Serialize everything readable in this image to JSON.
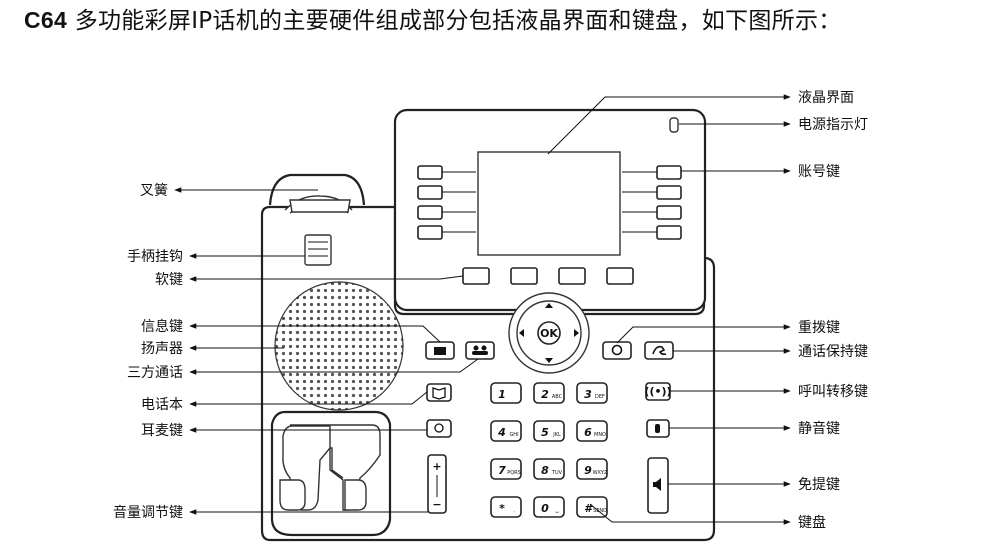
{
  "heading": {
    "lead": "C64",
    "rest": " 多功能彩屏IP话机的主要硬件组成部分包括液晶界面和键盘，如下图所示："
  },
  "labels": {
    "lcd": "液晶界面",
    "power_led": "电源指示灯",
    "account_key": "账号键",
    "hook_switch": "叉簧",
    "handset_hook": "手柄挂钩",
    "soft_key": "软键",
    "message_key": "信息键",
    "speaker": "扬声器",
    "conference": "三方通话",
    "phonebook": "电话本",
    "headset_key": "耳麦键",
    "volume_key": "音量调节键",
    "redial_key": "重拨键",
    "hold_key": "通话保持键",
    "transfer_key": "呼叫转移键",
    "mute_key": "静音键",
    "handsfree_key": "免提键",
    "keypad": "键盘"
  },
  "keypad": {
    "keys": [
      {
        "main": "1",
        "sub": ""
      },
      {
        "main": "2",
        "sub": "ABC"
      },
      {
        "main": "3",
        "sub": "DEF"
      },
      {
        "main": "4",
        "sub": "GHI"
      },
      {
        "main": "5",
        "sub": "JKL"
      },
      {
        "main": "6",
        "sub": "MNO"
      },
      {
        "main": "7",
        "sub": "PQRS"
      },
      {
        "main": "8",
        "sub": "TUV"
      },
      {
        "main": "9",
        "sub": "WXYZ"
      },
      {
        "main": "*",
        "sub": "."
      },
      {
        "main": "0",
        "sub": "␣"
      },
      {
        "main": "#",
        "sub": "SEND"
      }
    ],
    "ok_label": "OK"
  },
  "icons": {
    "message": "envelope-icon",
    "conference": "people-icon",
    "phonebook": "book-icon",
    "headset": "headset-icon",
    "redial": "redial-icon",
    "hold": "hold-icon",
    "transfer": "transfer-icon",
    "mute": "mute-icon",
    "handsfree": "speaker-icon",
    "volume": "volume-icon"
  }
}
